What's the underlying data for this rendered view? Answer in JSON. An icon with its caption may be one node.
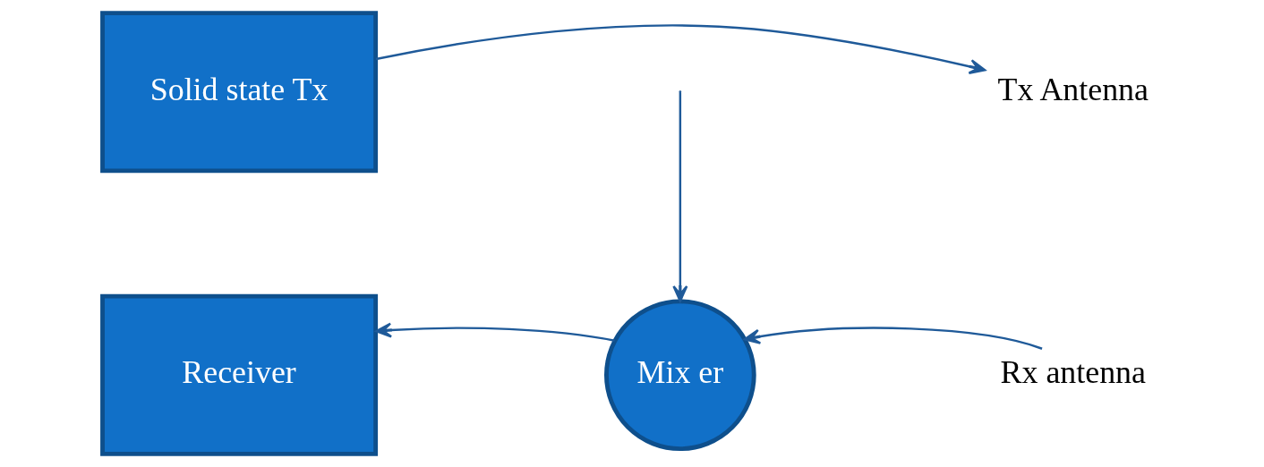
{
  "diagram": {
    "nodes": [
      {
        "text": [
          "Solid state Tx"
        ]
      },
      {
        "text": [
          "Tx Antenna"
        ]
      },
      {
        "text": [
          "Receiver"
        ]
      },
      {
        "text": [
          "Mix er"
        ]
      },
      {
        "text": [
          "Rx antenna"
        ]
      }
    ],
    "edges": [
      {
        "from": 0,
        "to": 1,
        "arrow": "to"
      },
      {
        "from": null,
        "to": 3,
        "arrow": "to"
      },
      {
        "from": 3,
        "to": 2,
        "arrow": "to"
      },
      {
        "from": 4,
        "to": 3,
        "arrow": "to"
      }
    ]
  }
}
